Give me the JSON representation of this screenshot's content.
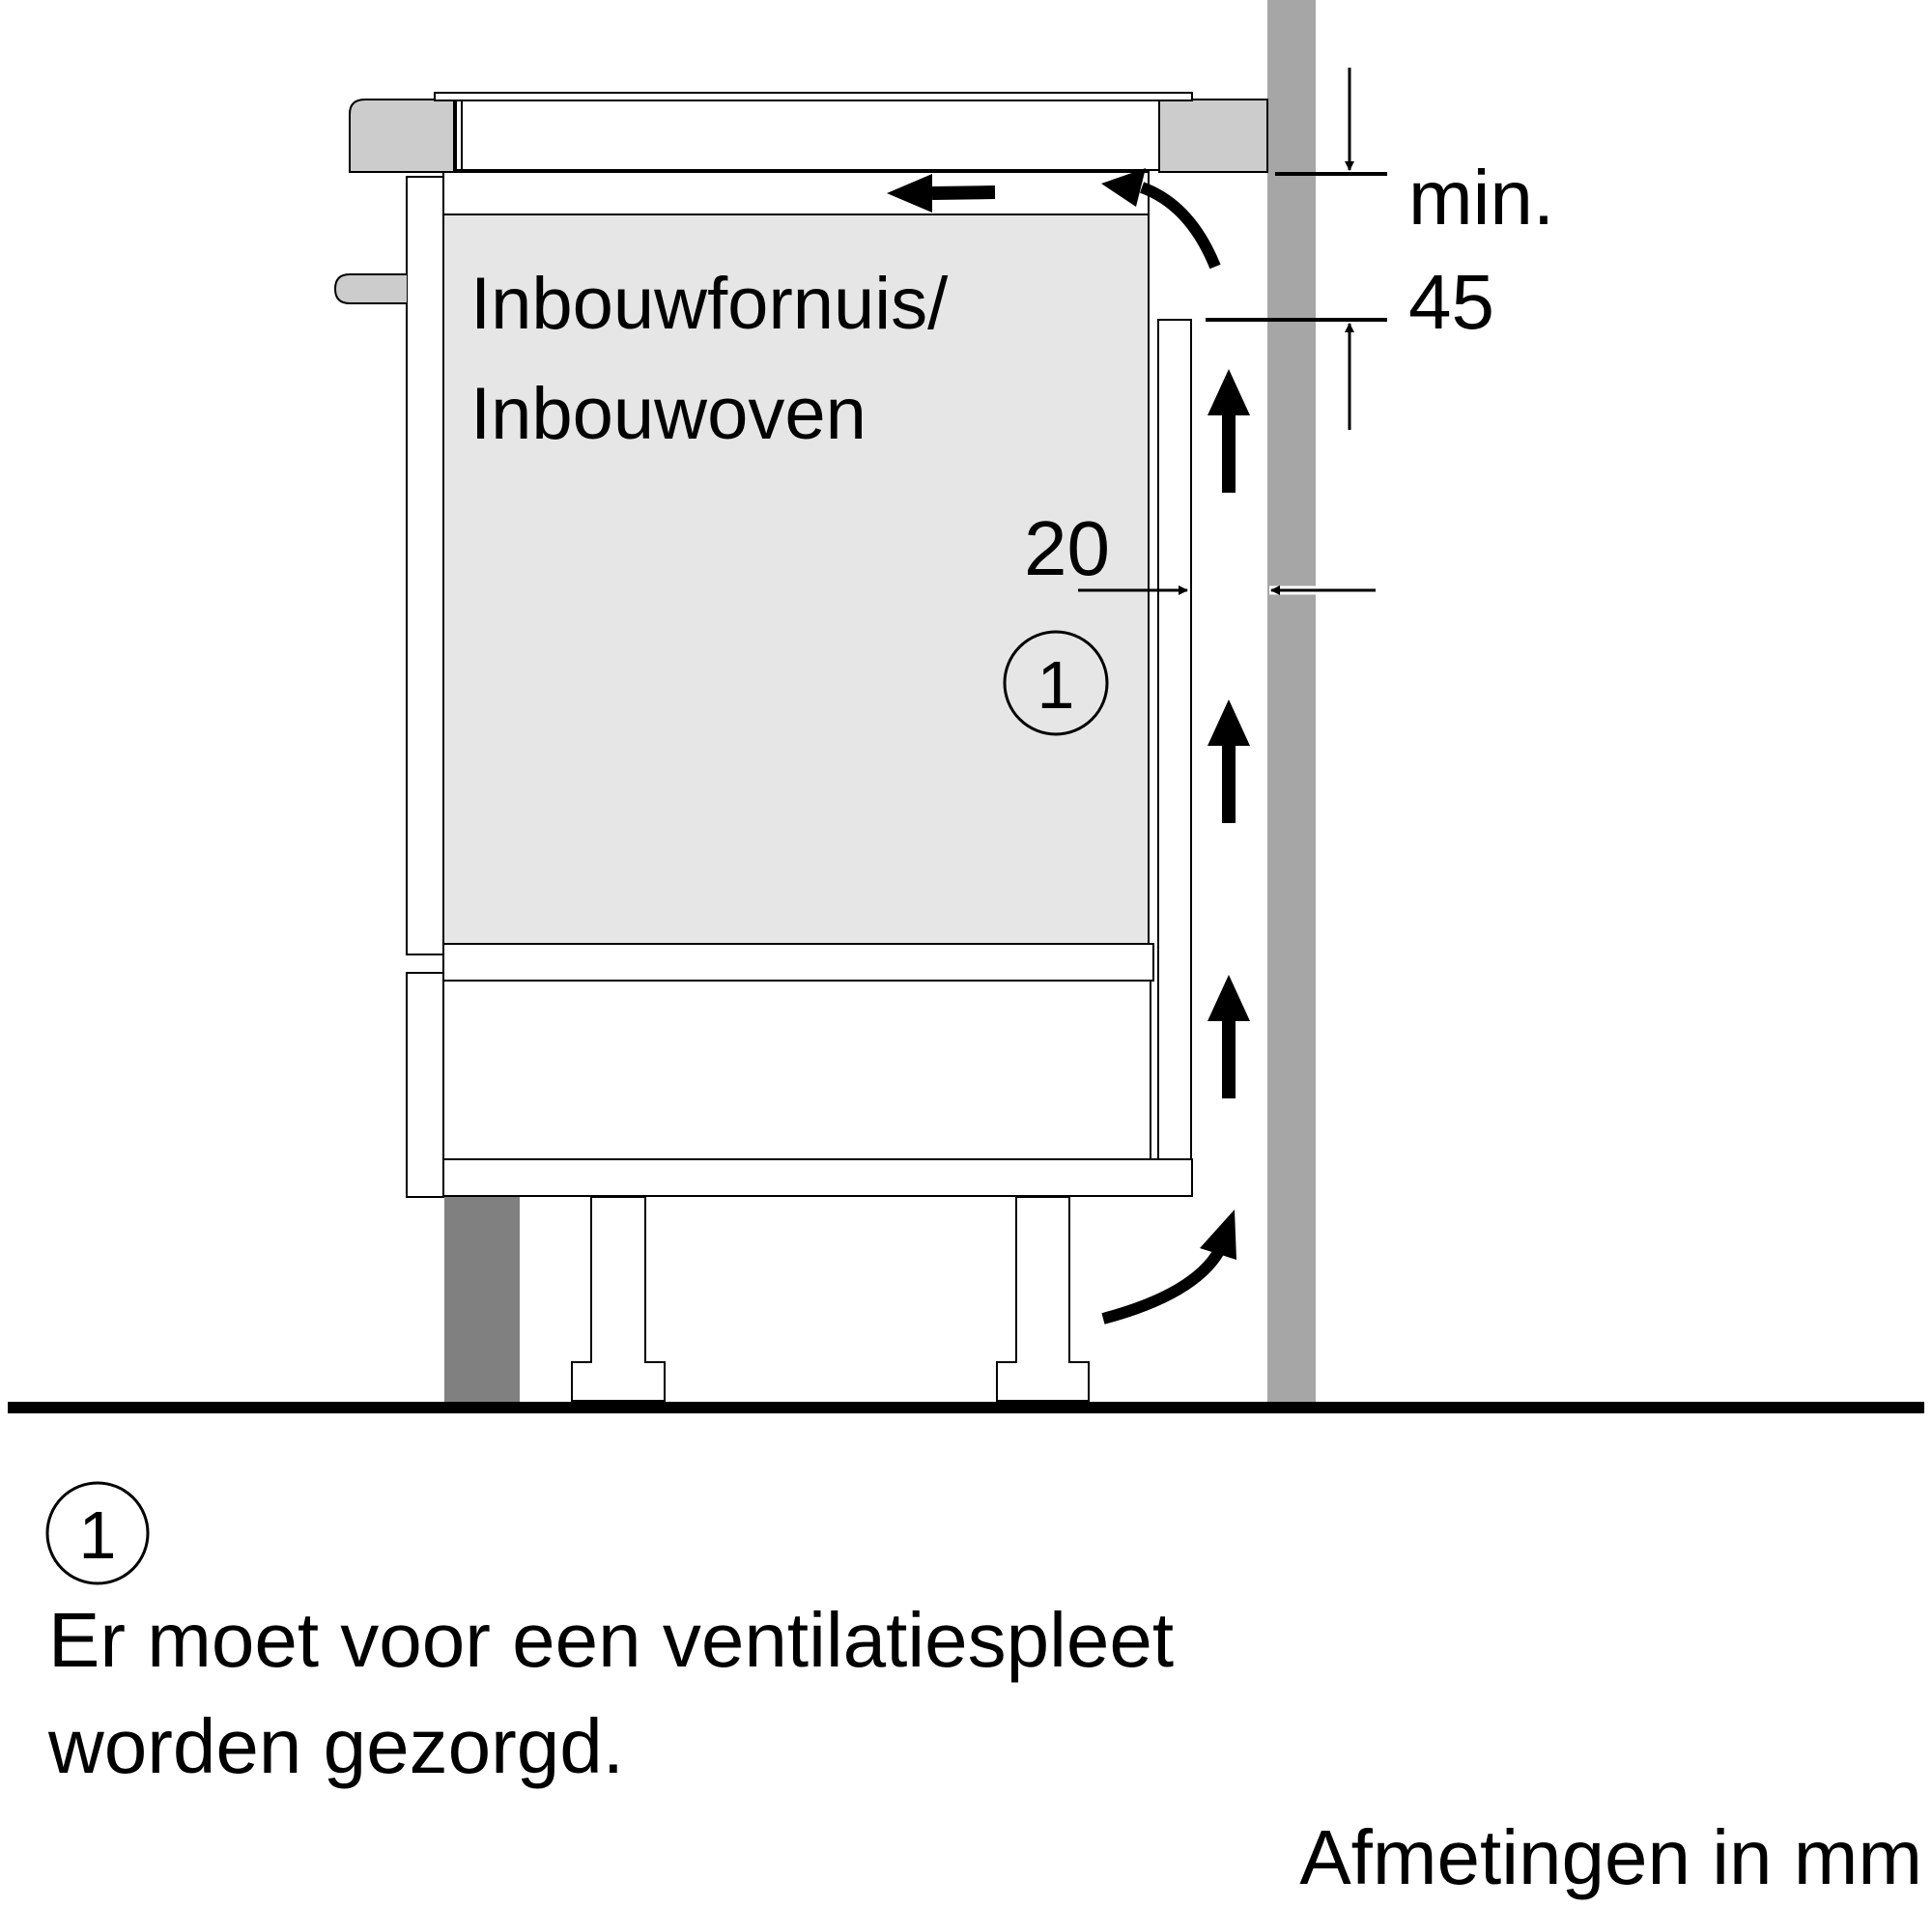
{
  "appliance": {
    "label_line1": "Inbouwfornuis/",
    "label_line2": "Inbouwoven"
  },
  "dimensions": {
    "min_label": "min.",
    "min_value": "45",
    "gap_value": "20"
  },
  "callout": {
    "number": "1"
  },
  "legend": {
    "number": "1",
    "line1": "Er moet voor een ventilatiespleet",
    "line2": "worden gezorgd."
  },
  "footer": {
    "units": "Afmetingen in mm"
  },
  "colors": {
    "wall": "#a6a6a6",
    "worktop": "#cccccc",
    "appliance": "#e6e6e6",
    "plinth": "#808080",
    "line": "#000000"
  }
}
